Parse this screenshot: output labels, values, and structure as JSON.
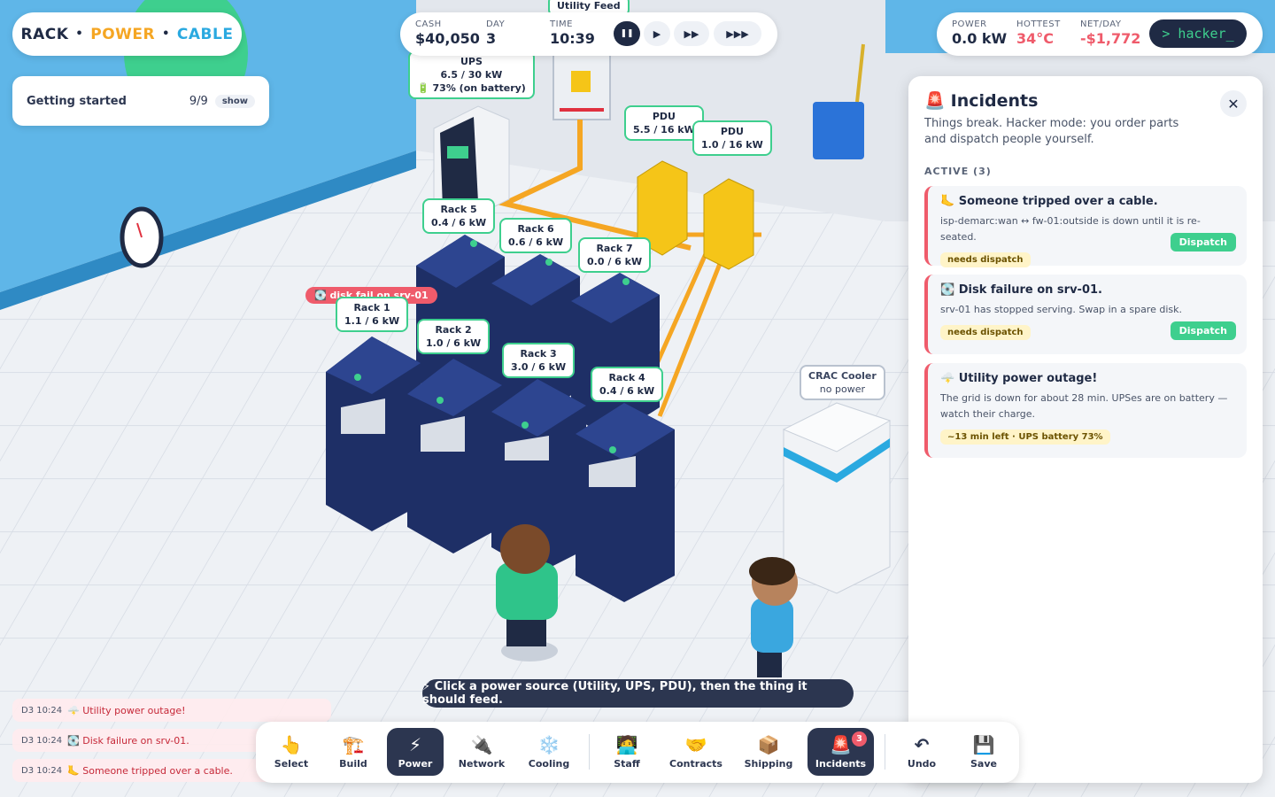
{
  "brand": {
    "word1": "RACK",
    "word2": "POWER",
    "word3": "CABLE",
    "sep": "•",
    "color1": "#1f2a44",
    "color2": "#f5a623",
    "color3": "#2aa9e0"
  },
  "getting_started": {
    "label": "Getting started",
    "count": "9/9",
    "show": "show"
  },
  "clock": {
    "cash_label": "CASH",
    "cash": "$40,050",
    "day_label": "DAY",
    "day": "3",
    "time_label": "TIME",
    "time": "10:39",
    "pause": "❚❚",
    "play": "▶",
    "fast": "▶▶",
    "fastest": "▶▶▶"
  },
  "status": {
    "power_label": "POWER",
    "power": "0.0 kW",
    "hottest_label": "HOTTEST",
    "hottest": "34°C",
    "net_label": "NET/DAY",
    "net": "-$1,772",
    "hacker": "> hacker_",
    "alert_color": "#ef5b6b"
  },
  "scene": {
    "utility_feed": "Utility Feed",
    "ups": {
      "name": "UPS",
      "load": "6.5 / 30 kW",
      "battery": "🔋 73% (on battery)"
    },
    "pdu1": {
      "name": "PDU",
      "load": "5.5 / 16 kW"
    },
    "pdu2": {
      "name": "PDU",
      "load": "1.0 / 16 kW"
    },
    "disk_alert": "💽 disk fail on srv-01",
    "racks": [
      {
        "name": "Rack 1",
        "load": "1.1 / 6 kW"
      },
      {
        "name": "Rack 2",
        "load": "1.0 / 6 kW"
      },
      {
        "name": "Rack 3",
        "load": "3.0 / 6 kW"
      },
      {
        "name": "Rack 4",
        "load": "0.4 / 6 kW"
      },
      {
        "name": "Rack 5",
        "load": "0.4 / 6 kW"
      },
      {
        "name": "Rack 6",
        "load": "0.6 / 6 kW"
      },
      {
        "name": "Rack 7",
        "load": "0.0 / 6 kW"
      }
    ],
    "crac": {
      "name": "CRAC Cooler",
      "state": "no power"
    }
  },
  "incidents": {
    "title": "Incidents",
    "title_icon": "🚨",
    "subtitle": "Things break. Hacker mode: you order parts and dispatch people yourself.",
    "section": "ACTIVE (3)",
    "close": "✕",
    "items": [
      {
        "title": "🦶 Someone tripped over a cable.",
        "desc": "isp-demarc:wan ↔ fw-01:outside is down until it is re-seated.",
        "tag": "needs dispatch",
        "action": "Dispatch"
      },
      {
        "title": "💽 Disk failure on srv-01.",
        "desc": "srv-01 has stopped serving. Swap in a spare disk.",
        "tag": "needs dispatch",
        "action": "Dispatch"
      },
      {
        "title": "🌩️ Utility power outage!",
        "desc": "The grid is down for about 28 min. UPSes are on battery — watch their charge.",
        "tag": "~13 min left · UPS battery 73%"
      }
    ]
  },
  "hint": "⚡ Click a power source (Utility, UPS, PDU), then the thing it should feed.",
  "log": [
    {
      "ts": "D3 10:24",
      "msg": "🌩️ Utility power outage!"
    },
    {
      "ts": "D3 10:24",
      "msg": "💽 Disk failure on srv-01."
    },
    {
      "ts": "D3 10:24",
      "msg": "🦶 Someone tripped over a cable."
    }
  ],
  "toolbar": {
    "select": {
      "icon": "👆",
      "label": "Select"
    },
    "build": {
      "icon": "🏗️",
      "label": "Build"
    },
    "power": {
      "icon": "⚡",
      "label": "Power"
    },
    "network": {
      "icon": "🔌",
      "label": "Network"
    },
    "cooling": {
      "icon": "❄️",
      "label": "Cooling"
    },
    "staff": {
      "icon": "🧑‍💻",
      "label": "Staff"
    },
    "contracts": {
      "icon": "🤝",
      "label": "Contracts"
    },
    "shipping": {
      "icon": "📦",
      "label": "Shipping"
    },
    "incidents": {
      "icon": "🚨",
      "label": "Incidents",
      "badge": "3"
    },
    "undo": {
      "icon": "↶",
      "label": "Undo"
    },
    "save": {
      "icon": "💾",
      "label": "Save"
    }
  }
}
